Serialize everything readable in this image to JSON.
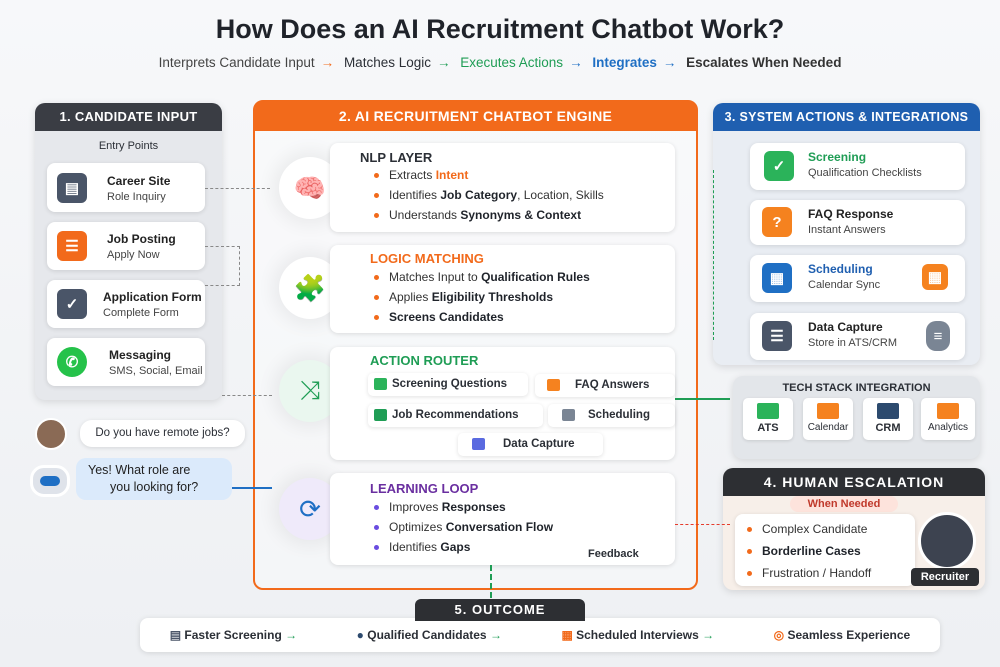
{
  "title": "How Does an AI Recruitment Chatbot Work?",
  "flow": [
    {
      "label": "Interprets Candidate Input",
      "color": "#444444"
    },
    {
      "label": "Matches Logic",
      "color": "#2b2f36"
    },
    {
      "label": "Executes Actions",
      "color": "#1f9d55"
    },
    {
      "label": "Integrates",
      "color": "#1f6fc4"
    },
    {
      "label": "Escalates When Needed",
      "color": "#333333"
    }
  ],
  "arrow": "→",
  "input": {
    "header": "1. CANDIDATE INPUT",
    "entry": "Entry Points",
    "cards": [
      {
        "title": "Career Site",
        "sub": "Role Inquiry"
      },
      {
        "title": "Job Posting",
        "sub": "Apply Now"
      },
      {
        "title": "Application Form",
        "sub": "Complete Form"
      },
      {
        "title": "Messaging",
        "sub": "SMS, Social, Email"
      }
    ],
    "chat_user": "Do you have remote jobs?",
    "chat_bot_1": "Yes! What role are",
    "chat_bot_2": "you looking for?"
  },
  "engine": {
    "header": "2. AI RECRUITMENT CHATBOT ENGINE",
    "nlp": {
      "title": "NLP LAYER",
      "items": [
        [
          "Extracts ",
          "Intent",
          ""
        ],
        [
          "Identifies ",
          "Job Category",
          ", Location, Skills"
        ],
        [
          "Understands ",
          "Synonyms & Context",
          ""
        ]
      ]
    },
    "logic": {
      "title": "LOGIC MATCHING",
      "items": [
        [
          "Matches Input to ",
          "Qualification Rules",
          ""
        ],
        [
          "Applies ",
          "Eligibility Thresholds",
          ""
        ],
        [
          "",
          "Screens Candidates",
          ""
        ]
      ]
    },
    "router": {
      "title": "ACTION ROUTER",
      "chips": [
        "Screening Questions",
        "FAQ Answers",
        "Job Recommendations",
        "Scheduling",
        "Data Capture"
      ]
    },
    "learning": {
      "title": "LEARNING LOOP",
      "items": [
        [
          "Improves ",
          "Responses",
          ""
        ],
        [
          "Optimizes ",
          "Conversation Flow",
          ""
        ],
        [
          "Identifies ",
          "Gaps",
          ""
        ]
      ],
      "feedback": "Feedback"
    }
  },
  "actions": {
    "header": "3. SYSTEM ACTIONS & INTEGRATIONS",
    "cards": [
      {
        "title": "Screening",
        "sub": "Qualification Checklists"
      },
      {
        "title": "FAQ Response",
        "sub": "Instant Answers"
      },
      {
        "title": "Scheduling",
        "sub": "Calendar Sync"
      },
      {
        "title": "Data Capture",
        "sub": "Store in ATS/CRM"
      }
    ],
    "tech_title": "TECH STACK INTEGRATION",
    "tech": [
      "ATS",
      "Calendar",
      "CRM",
      "Analytics"
    ]
  },
  "escalation": {
    "header": "4. HUMAN ESCALATION",
    "badge": "When Needed",
    "items": [
      "Complex Candidate",
      "Borderline Cases",
      "Frustration / Handoff"
    ],
    "recruiter": "Recruiter"
  },
  "outcome": {
    "header": "5. OUTCOME",
    "items": [
      "Faster Screening",
      "Qualified Candidates",
      "Scheduled Interviews",
      "Seamless Experience"
    ]
  },
  "colors": {
    "orange": "#f26a1b",
    "green": "#1f9d55",
    "blue": "#1f6fc4",
    "purple": "#6a2fa0",
    "dark": "#3a3d44"
  }
}
